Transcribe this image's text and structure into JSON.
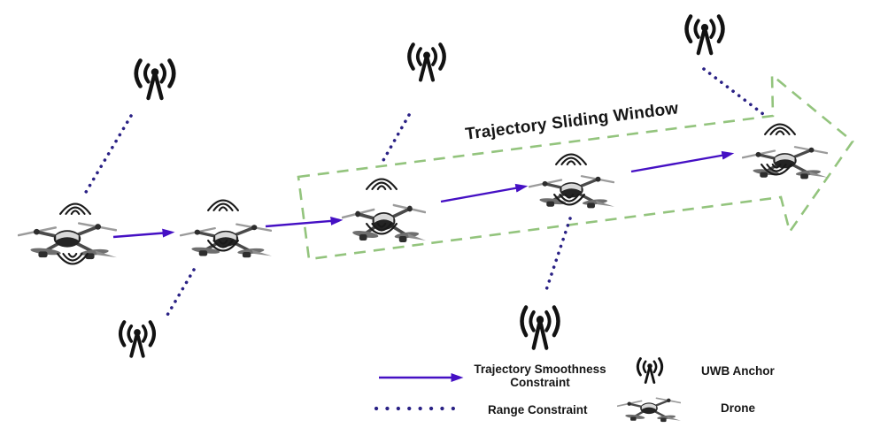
{
  "window_label": "Trajectory Sliding Window",
  "legend": {
    "trajectory_smoothness_line1": "Trajectory Smoothness",
    "trajectory_smoothness_line2": "Constraint",
    "range_constraint": "Range Constraint",
    "uwb_anchor": "UWB Anchor",
    "drone": "Drone"
  },
  "colors": {
    "purple": "#4510c4",
    "navy": "#2a2185",
    "green": "#93c47d",
    "ink": "#121212"
  },
  "icons": {
    "uwb_anchor": "radio-tower-in-double-parentheses",
    "drone": "quadcopter",
    "signal_waves": "three-nested-arcs",
    "trajectory_smoothness": "solid-purple-arrow",
    "range_constraint": "dotted-navy-line",
    "sliding_window": "green-dashed-arrow-outline"
  },
  "counts": {
    "drones": 5,
    "uwb_anchors": 5
  }
}
